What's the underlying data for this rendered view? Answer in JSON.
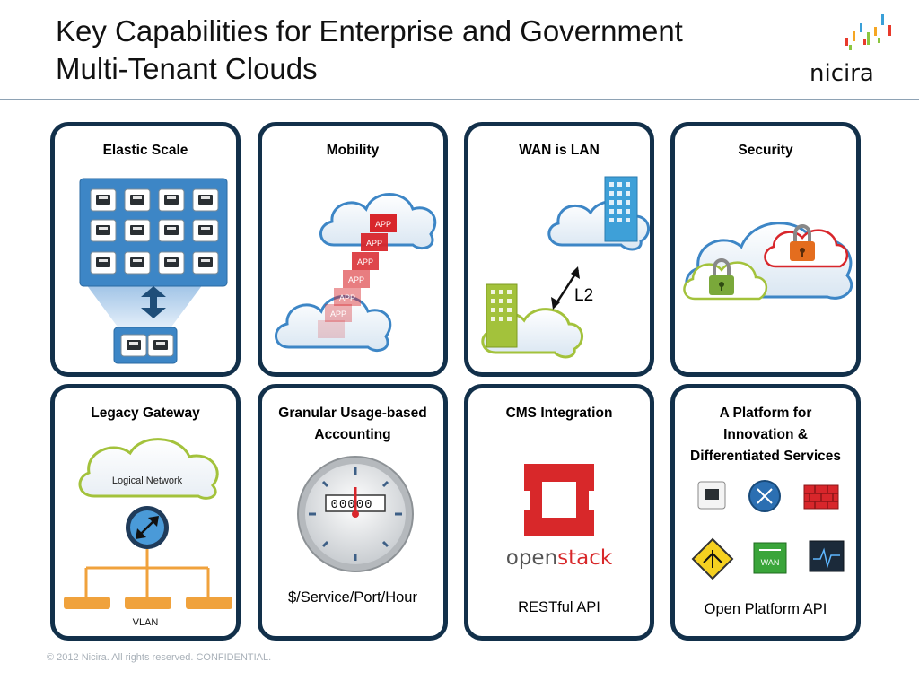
{
  "slide": {
    "title_line1": "Key Capabilities for Enterprise and Government",
    "title_line2": "Multi-Tenant Clouds",
    "logo_text": "nicira",
    "footer": "© 2012 Nicira. All rights reserved. CONFIDENTIAL."
  },
  "cards": {
    "elastic": {
      "title": "Elastic Scale"
    },
    "mobility": {
      "title": "Mobility",
      "app_label": "APP"
    },
    "wan": {
      "title": "WAN is LAN",
      "link_label": "L2"
    },
    "security": {
      "title": "Security"
    },
    "legacy": {
      "title": "Legacy Gateway",
      "cloud_label": "Logical Network",
      "vlan_label": "VLAN"
    },
    "usage": {
      "title_line1": "Granular Usage-based",
      "title_line2": "Accounting",
      "meter_digits": "00000",
      "caption": "$/Service/Port/Hour"
    },
    "cms": {
      "title": "CMS Integration",
      "brand_part1": "open",
      "brand_part2": "stack",
      "caption": "RESTful API"
    },
    "platform": {
      "title_line1": "A Platform for",
      "title_line2": "Innovation &",
      "title_line3": "Differentiated Services",
      "wan_badge": "WAN",
      "caption": "Open Platform API"
    }
  },
  "icons": [
    "nicira-logo",
    "switch-port-icon",
    "app-block-icon",
    "building-icon",
    "padlock-icon",
    "gateway-router-icon",
    "meter-icon",
    "openstack-logo-icon",
    "router-icon",
    "firewall-icon",
    "load-balancer-icon",
    "wan-icon",
    "monitor-icon"
  ],
  "colors": {
    "card_border": "#12304a",
    "rule": "#8ea2b4",
    "elastic_blue": "#3d86c6",
    "app_red": "#d8262b",
    "building_blue": "#3ea0d8",
    "building_green": "#a3c23b",
    "lock_orange": "#e46d1e",
    "lock_green": "#7aa83a",
    "openstack_red": "#d8282a",
    "gateway_orange": "#f0a23c",
    "footer": "#a8b0b8"
  }
}
